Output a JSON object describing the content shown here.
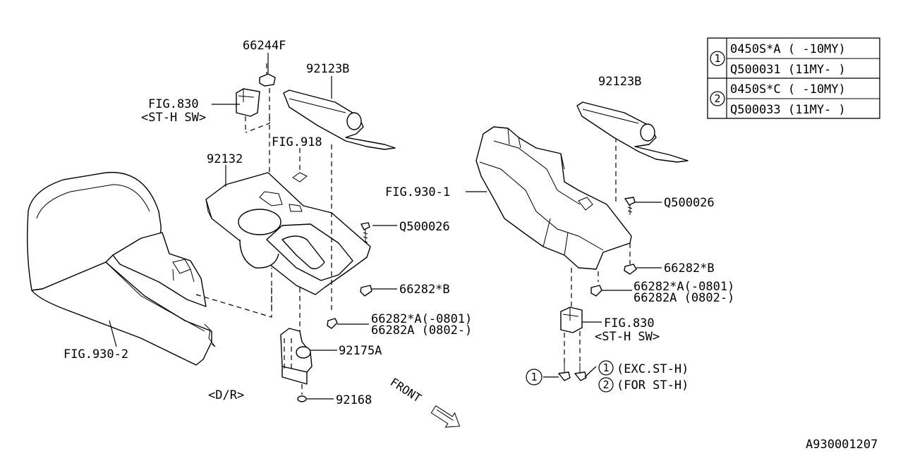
{
  "labels": {
    "p66244F": "66244F",
    "p92123B_left": "92123B",
    "fig830_left": "FIG.830",
    "sthsw_left": "<ST-H SW>",
    "fig918": "FIG.918",
    "p92132": "92132",
    "fig930_1": "FIG.930-1",
    "p92123B_right": "92123B",
    "q500026_left": "Q500026",
    "q500026_right": "Q500026",
    "p66282B_left": "66282*B",
    "p66282B_right": "66282*B",
    "p66282A_left_1": "66282*A(-0801)",
    "p66282A_left_2": "66282A (0802-)",
    "p66282A_right_1": "66282*A(-0801)",
    "p66282A_right_2": "66282A (0802-)",
    "fig830_right": "FIG.830",
    "sthsw_right": "<ST-H SW>",
    "p92175A": "92175A",
    "fig930_2": "FIG.930-2",
    "dr": "<D/R>",
    "p92168": "92168",
    "front": "FRONT",
    "exc_sth": "(EXC.ST-H)",
    "for_sth": "(FOR ST-H)",
    "circle_1": "1",
    "circle_2": "2",
    "diagram_id": "A930001207"
  },
  "ref_table": [
    {
      "marker": "1",
      "rows": [
        "0450S*A ( -10MY)",
        "Q500031 (11MY- )"
      ]
    },
    {
      "marker": "2",
      "rows": [
        "0450S*C ( -10MY)",
        "Q500033 (11MY- )"
      ]
    }
  ]
}
